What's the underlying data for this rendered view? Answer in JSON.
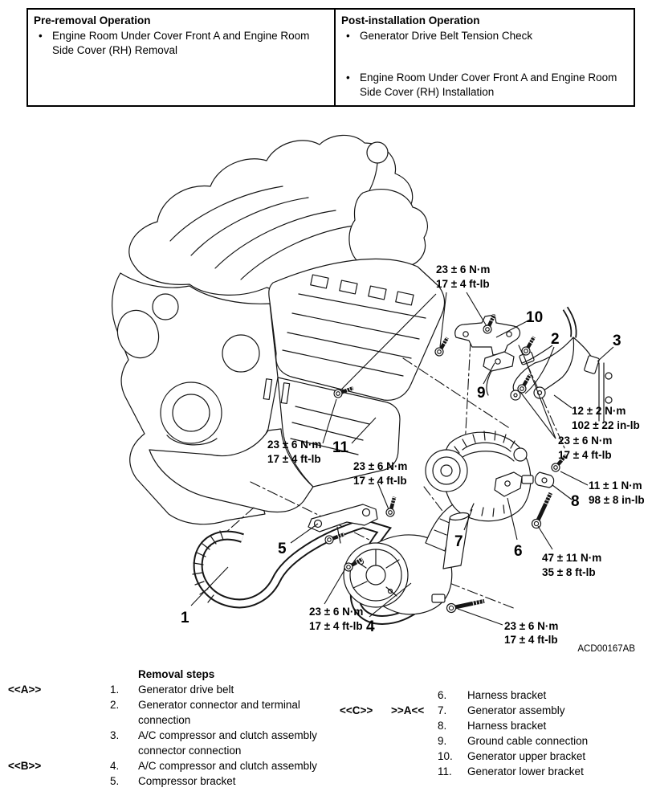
{
  "table": {
    "bullet": "•",
    "pre": {
      "title": "Pre-removal Operation",
      "items": [
        "Engine Room Under Cover Front A and Engine Room Side Cover (RH) Removal"
      ]
    },
    "post": {
      "title": "Post-installation Operation",
      "items": [
        "Generator Drive Belt Tension Check",
        "Engine Room Under Cover Front A and Engine Room Side Cover (RH) Installation"
      ]
    }
  },
  "diagram": {
    "figure_code": "ACD00167AB",
    "torque_labels": {
      "t1": {
        "l1": "23 ± 6 N·m",
        "l2": "17 ± 4 ft-lb"
      },
      "t2": {
        "l1": "23 ± 6 N·m",
        "l2": "17 ± 4 ft-lb"
      },
      "t3": {
        "l1": "23 ± 6 N·m",
        "l2": "17 ± 4 ft-lb"
      },
      "t4": {
        "l1": "12 ± 2 N·m",
        "l2": "102 ± 22 in-lb"
      },
      "t5": {
        "l1": "23 ± 6 N·m",
        "l2": "17 ± 4 ft-lb"
      },
      "t6": {
        "l1": "11 ± 1 N·m",
        "l2": "98 ± 8 in-lb"
      },
      "t7": {
        "l1": "47 ± 11 N·m",
        "l2": "35 ± 8 ft-lb"
      },
      "t8": {
        "l1": "23 ± 6 N·m",
        "l2": "17 ± 4 ft-lb"
      },
      "t9": {
        "l1": "23 ± 6 N·m",
        "l2": "17 ± 4 ft-lb"
      }
    },
    "callouts": {
      "c1": "1",
      "c2": "2",
      "c3": "3",
      "c4": "4",
      "c5": "5",
      "c6": "6",
      "c7": "7",
      "c8": "8",
      "c9": "9",
      "c10": "10",
      "c11": "11"
    }
  },
  "legend": {
    "title": "Removal steps",
    "left": [
      {
        "marker": "<<A>>",
        "num": "1.",
        "text": "Generator drive belt"
      },
      {
        "marker": "",
        "num": "2.",
        "text": "Generator connector and terminal connection"
      },
      {
        "marker": "",
        "num": "3.",
        "text": "A/C compressor and clutch assembly connector connection"
      },
      {
        "marker": "<<B>>",
        "num": "4.",
        "text": "A/C compressor and clutch assembly"
      },
      {
        "marker": "",
        "num": "5.",
        "text": "Compressor bracket"
      }
    ],
    "right": [
      {
        "marker_a": "",
        "marker_b": "",
        "num": "6.",
        "text": "Harness bracket"
      },
      {
        "marker_a": "<<C>>",
        "marker_b": ">>A<<",
        "num": "7.",
        "text": "Generator assembly"
      },
      {
        "marker_a": "",
        "marker_b": "",
        "num": "8.",
        "text": "Harness bracket"
      },
      {
        "marker_a": "",
        "marker_b": "",
        "num": "9.",
        "text": "Ground cable connection"
      },
      {
        "marker_a": "",
        "marker_b": "",
        "num": "10.",
        "text": "Generator upper bracket"
      },
      {
        "marker_a": "",
        "marker_b": "",
        "num": "11.",
        "text": "Generator lower bracket"
      }
    ]
  }
}
